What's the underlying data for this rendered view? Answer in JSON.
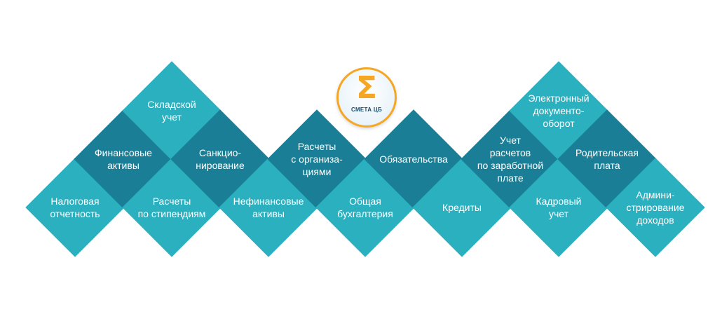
{
  "logo": {
    "symbol": "Σ",
    "text": "СМЕТА ЦБ",
    "colors": {
      "ring": "#f5a623",
      "symbol": "#f5a623"
    }
  },
  "colors": {
    "light": "#2bb0c0",
    "dark": "#1a7f96"
  },
  "tiles": [
    {
      "label": "Налоговая\nотчетность",
      "shade": "light"
    },
    {
      "label": "Финансовые\nактивы",
      "shade": "dark"
    },
    {
      "label": "Складской\nучет",
      "shade": "light"
    },
    {
      "label": "Расчеты\nпо стипендиям",
      "shade": "light"
    },
    {
      "label": "Санкцио-\nнирование",
      "shade": "dark"
    },
    {
      "label": "Нефинансовые\nактивы",
      "shade": "light"
    },
    {
      "label": "Расчеты\nс организа-\nциями",
      "shade": "dark"
    },
    {
      "label": "Общая\nбухгалтерия",
      "shade": "light"
    },
    {
      "label": "Обязательства",
      "shade": "dark"
    },
    {
      "label": "Кредиты",
      "shade": "light"
    },
    {
      "label": "Учет\nрасчетов\nпо заработной\nплате",
      "shade": "dark"
    },
    {
      "label": "Электронный\nдокументо-\nоборот",
      "shade": "light"
    },
    {
      "label": "Кадровый\nучет",
      "shade": "light"
    },
    {
      "label": "Родительская\nплата",
      "shade": "dark"
    },
    {
      "label": "Админи-\nстрирование\nдоходов",
      "shade": "light"
    }
  ]
}
